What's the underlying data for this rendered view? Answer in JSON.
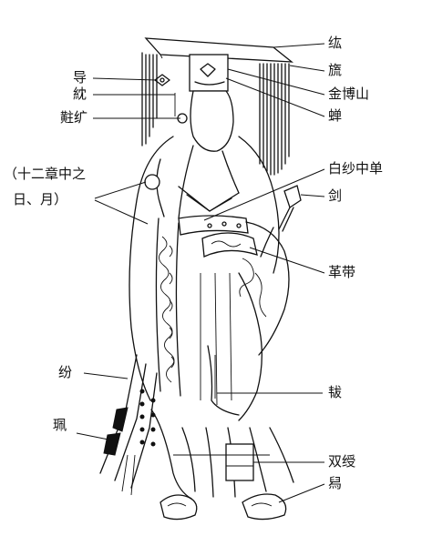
{
  "colors": {
    "ink": "#111111",
    "paper": "#ffffff"
  },
  "labels": {
    "hong": "纮",
    "liu": "旒",
    "jinboshan": "金博山",
    "chan": "蝉",
    "dao": "导",
    "dan": "紞",
    "kuangkuang": "黈纩",
    "twelve_line1": "（十二章中之",
    "twelve_line2": "日、月）",
    "baishazhongdan": "白纱中单",
    "jian": "剑",
    "gedai": "革带",
    "fen": "纷",
    "pei": "珮",
    "bi": "韨",
    "shuangshou": "双绶",
    "xi": "舄"
  }
}
